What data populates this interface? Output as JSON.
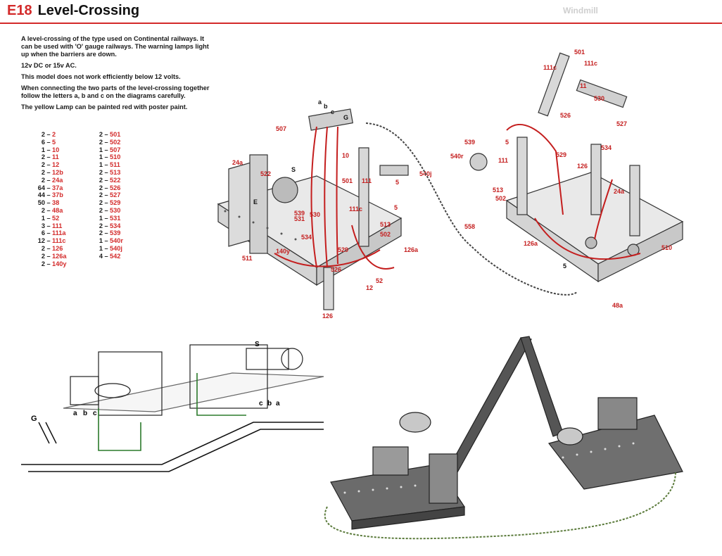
{
  "header": {
    "code": "E18",
    "title": "Level-Crossing",
    "faded_heading": "Windmill"
  },
  "intro": [
    "A level-crossing of the type used on Continental railways. It can be used with 'O' gauge railways. The warning lamps light up when the barriers are down.",
    "12v DC or 15v AC.",
    "This model does not work efficiently below 12 volts.",
    "When connecting the two parts of the level-crossing together follow the letters a, b and c on the diagrams carefully.",
    "The yellow Lamp can be painted red with poster paint."
  ],
  "parts_left": [
    {
      "qty": "2",
      "part": "2"
    },
    {
      "qty": "6",
      "part": "5"
    },
    {
      "qty": "1",
      "part": "10"
    },
    {
      "qty": "2",
      "part": "11"
    },
    {
      "qty": "2",
      "part": "12"
    },
    {
      "qty": "2",
      "part": "12b"
    },
    {
      "qty": "2",
      "part": "24a"
    },
    {
      "qty": "64",
      "part": "37a"
    },
    {
      "qty": "44",
      "part": "37b"
    },
    {
      "qty": "50",
      "part": "38"
    },
    {
      "qty": "2",
      "part": "48a"
    },
    {
      "qty": "1",
      "part": "52"
    },
    {
      "qty": "3",
      "part": "111"
    },
    {
      "qty": "6",
      "part": "111a"
    },
    {
      "qty": "12",
      "part": "111c"
    },
    {
      "qty": "2",
      "part": "126"
    },
    {
      "qty": "2",
      "part": "126a"
    },
    {
      "qty": "2",
      "part": "140y"
    }
  ],
  "parts_right": [
    {
      "qty": "2",
      "part": "501"
    },
    {
      "qty": "2",
      "part": "502"
    },
    {
      "qty": "1",
      "part": "507"
    },
    {
      "qty": "1",
      "part": "510"
    },
    {
      "qty": "1",
      "part": "511"
    },
    {
      "qty": "2",
      "part": "513"
    },
    {
      "qty": "2",
      "part": "522"
    },
    {
      "qty": "2",
      "part": "526"
    },
    {
      "qty": "2",
      "part": "527"
    },
    {
      "qty": "2",
      "part": "529"
    },
    {
      "qty": "2",
      "part": "530"
    },
    {
      "qty": "1",
      "part": "531"
    },
    {
      "qty": "2",
      "part": "534"
    },
    {
      "qty": "2",
      "part": "539"
    },
    {
      "qty": "1",
      "part": "540r"
    },
    {
      "qty": "1",
      "part": "540j"
    },
    {
      "qty": "4",
      "part": "542"
    }
  ],
  "diagram_labels": {
    "left_model": [
      "a",
      "b",
      "c",
      "G",
      "507",
      "10",
      "24a",
      "522",
      "S",
      "E",
      "501",
      "111",
      "539",
      "531",
      "530",
      "534",
      "140y",
      "511",
      "529",
      "526",
      "52",
      "12",
      "126",
      "126a",
      "502",
      "513",
      "5",
      "5",
      "540j",
      "111c"
    ],
    "right_model": [
      "501",
      "111c",
      "111c",
      "11",
      "530",
      "526",
      "527",
      "539",
      "540r",
      "111",
      "5",
      "513",
      "502",
      "529",
      "126",
      "534",
      "24a",
      "558",
      "126a",
      "510",
      "48a",
      "5"
    ],
    "wiring": [
      "G",
      "a",
      "b",
      "c",
      "c",
      "b",
      "a",
      "S"
    ]
  },
  "colors": {
    "accent": "#d32a2a",
    "ink": "#1a1a1a"
  }
}
